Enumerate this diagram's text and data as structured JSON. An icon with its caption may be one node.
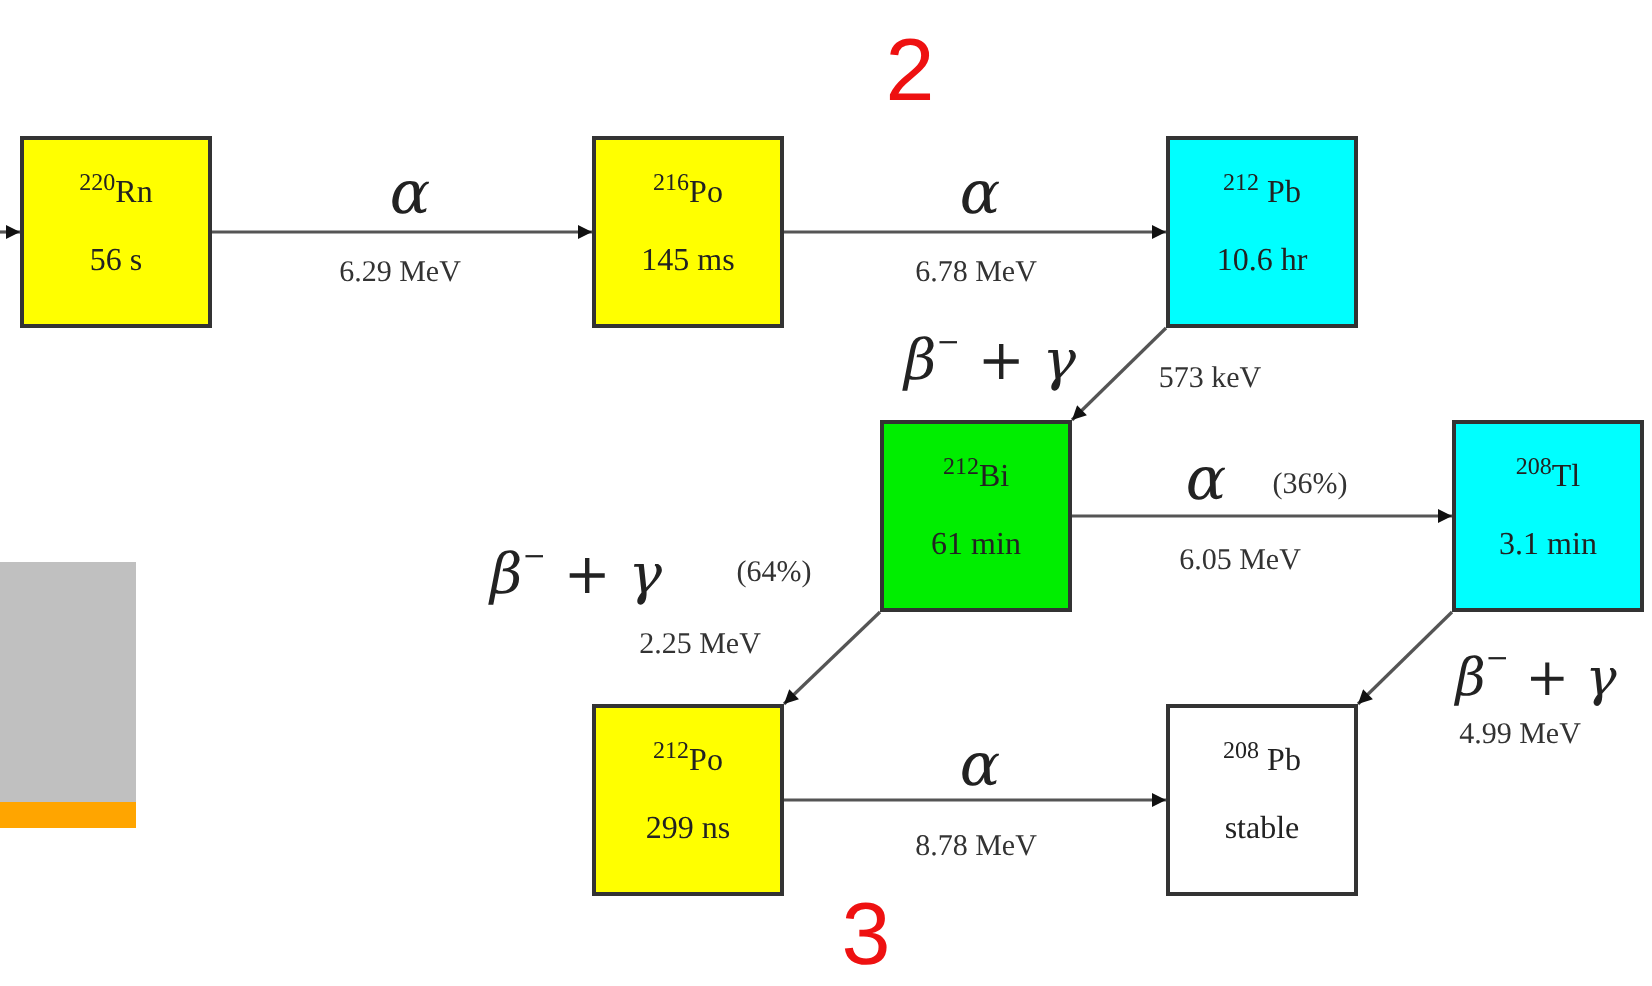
{
  "diagram": {
    "nodes": [
      {
        "text": [
          "$^{220}$Rn",
          "56 s"
        ]
      },
      {
        "text": [
          "$^{216}$Po",
          "145 ms"
        ]
      },
      {
        "text": [
          "$^{212}$ Pb",
          "10.6 hr"
        ]
      },
      {
        "text": [
          "$^{212}$Bi",
          "61 min"
        ]
      },
      {
        "text": [
          "$^{208}$Tl",
          "3.1 min"
        ]
      },
      {
        "text": [
          "$^{212}$Po",
          "299 ns"
        ]
      },
      {
        "text": [
          "$^{208}$ Pb",
          "stable"
        ]
      }
    ],
    "edges": [
      {
        "from": null,
        "to": 0,
        "arrow": "to"
      },
      {
        "from": 0,
        "to": 1,
        "arrow": "to",
        "label": "α"
      },
      {
        "from": 1,
        "to": 2,
        "arrow": "to",
        "label": "α"
      },
      {
        "from": 2,
        "to": 3,
        "arrow": "to",
        "label": "β$^{−}$ + γ"
      },
      {
        "from": 3,
        "to": 4,
        "arrow": "to",
        "label": "α"
      },
      {
        "from": 3,
        "to": 5,
        "arrow": "to",
        "label": "β$^{−}$ + γ"
      },
      {
        "from": 4,
        "to": 6,
        "arrow": "to",
        "label": "β$^{−}$ + γ"
      },
      {
        "from": 5,
        "to": 6,
        "arrow": "to",
        "label": "α"
      }
    ],
    "labels": [
      "2",
      "6.29 MeV",
      "6.78 MeV",
      "573 keV",
      "(36%)",
      "6.05 MeV",
      "(64%)",
      "2.25 MeV",
      "4.99 MeV",
      "8.78 MeV",
      "3"
    ]
  }
}
